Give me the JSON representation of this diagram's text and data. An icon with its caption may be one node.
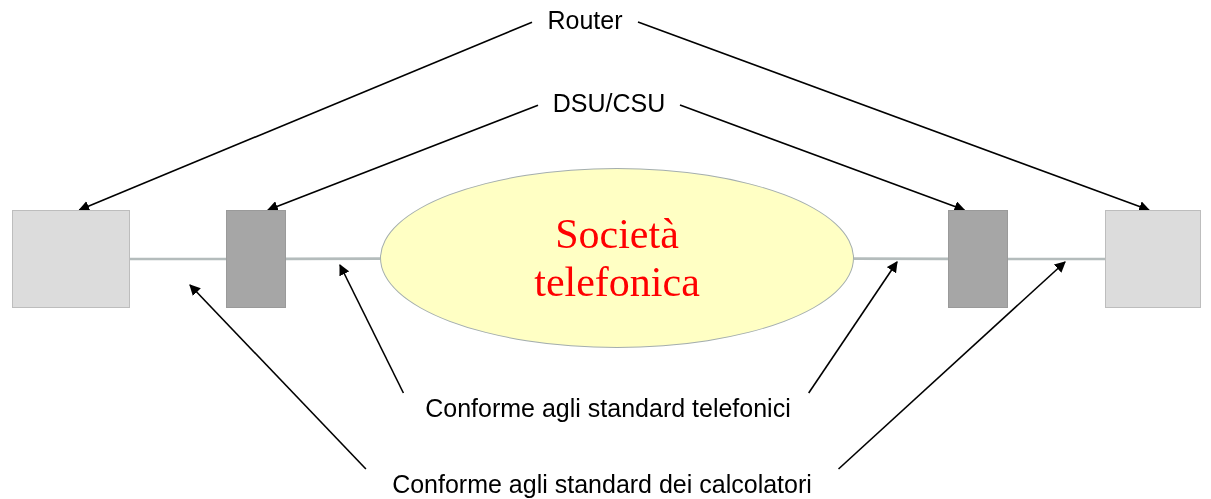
{
  "diagram": {
    "nodes": [
      {
        "text": [
          "Router"
        ]
      },
      {
        "text": [
          "DSU/CSU"
        ]
      },
      {
        "text": [],
        "shape": "box"
      },
      {
        "text": [],
        "shape": "box"
      },
      {
        "text": [
          "Società telefonica"
        ]
      },
      {
        "text": [],
        "shape": "box"
      },
      {
        "text": [],
        "shape": "box"
      },
      {
        "text": [
          "Conforme agli standard telefonici"
        ]
      },
      {
        "text": [
          "Conforme agli standard dei calcolatori"
        ]
      }
    ],
    "edges": [
      {
        "from": 0,
        "to": 2,
        "arrow": "to"
      },
      {
        "from": 0,
        "to": 6,
        "arrow": "to"
      },
      {
        "from": 1,
        "to": 3,
        "arrow": "to"
      },
      {
        "from": 1,
        "to": 5,
        "arrow": "to"
      },
      {
        "from": 2,
        "to": 3,
        "arrow": "none",
        "color": "#b4bcbc"
      },
      {
        "from": 3,
        "to": 4,
        "arrow": "none",
        "color": "#b4bcbc"
      },
      {
        "from": 4,
        "to": 5,
        "arrow": "none",
        "color": "#b4bcbc"
      },
      {
        "from": 5,
        "to": 6,
        "arrow": "none",
        "color": "#b4bcbc"
      },
      {
        "from": 7,
        "to": null,
        "arrow": "to"
      },
      {
        "from": 7,
        "to": null,
        "arrow": "to"
      },
      {
        "from": 8,
        "to": null,
        "arrow": "to"
      },
      {
        "from": 8,
        "to": null,
        "arrow": "to"
      }
    ]
  }
}
